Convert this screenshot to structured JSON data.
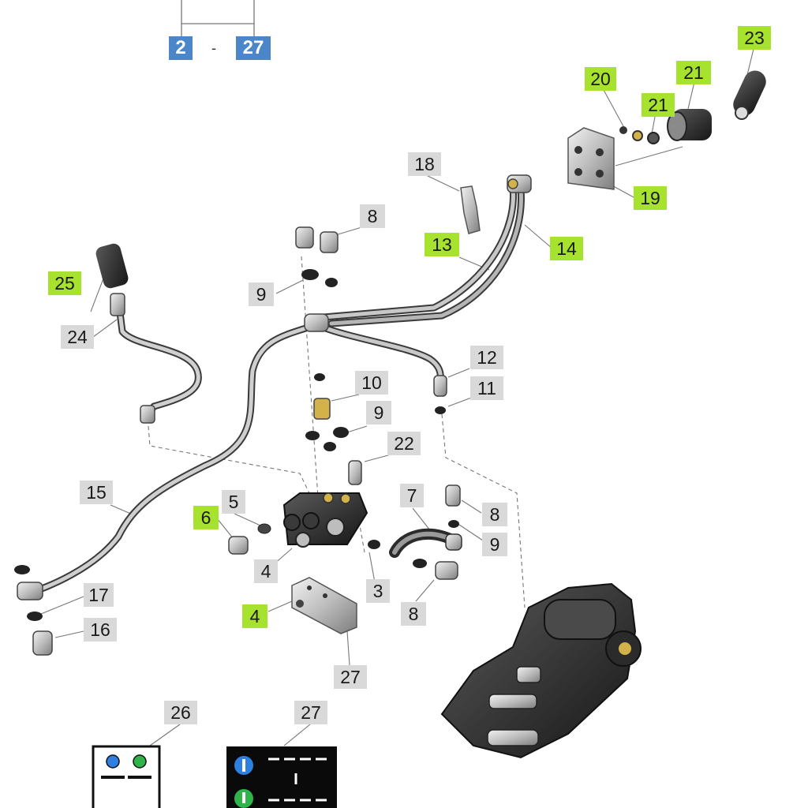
{
  "header_range": {
    "from": "2",
    "separator": "-",
    "to": "27"
  },
  "callouts": {
    "c23": "23",
    "c20": "20",
    "c21a": "21",
    "c21b": "21",
    "c18": "18",
    "c19": "19",
    "c13": "13",
    "c14": "14",
    "c8a": "8",
    "c9a": "9",
    "c25": "25",
    "c24": "24",
    "c10": "10",
    "c12": "12",
    "c11": "11",
    "c9b": "9",
    "c22": "22",
    "c15": "15",
    "c5": "5",
    "c6": "6",
    "c7": "7",
    "c8b": "8",
    "c9c": "9",
    "c4a": "4",
    "c3": "3",
    "c8c": "8",
    "c4b": "4",
    "c17": "17",
    "c16": "16",
    "c27a": "27",
    "c26": "26",
    "c27b": "27"
  },
  "colors": {
    "label_grey": "#d9d9d9",
    "label_green": "#a6e22e",
    "label_blue": "#4a86c8",
    "leader_line": "#777777",
    "part_dark": "#2b2b2b",
    "tube_metal": "#9a9a9a",
    "fitting_brass": "#d4b24a"
  },
  "icons": [
    "control-valve-assembly-icon",
    "hydraulic-line-icon",
    "decal-icon"
  ]
}
